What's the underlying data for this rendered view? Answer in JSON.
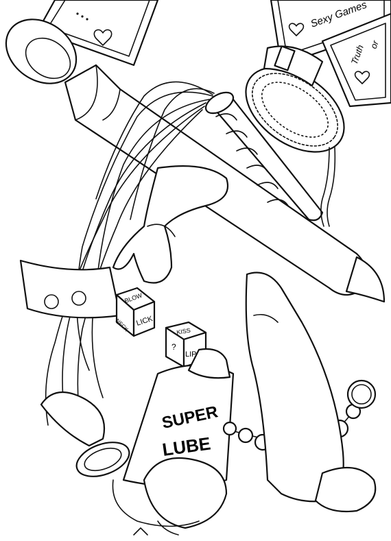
{
  "cards": {
    "top_right_title": "Sexy Games",
    "truth_label": "Truth",
    "or_label": "or"
  },
  "dice": {
    "die_one": {
      "face_top": "BLOW",
      "face_left": "NECK",
      "face_right": "LICK"
    },
    "die_two": {
      "face_top": "KISS",
      "face_front": "LIPS",
      "face_side": "?"
    }
  },
  "lube": {
    "line_one": "SUPER",
    "line_two": "LUBE"
  }
}
